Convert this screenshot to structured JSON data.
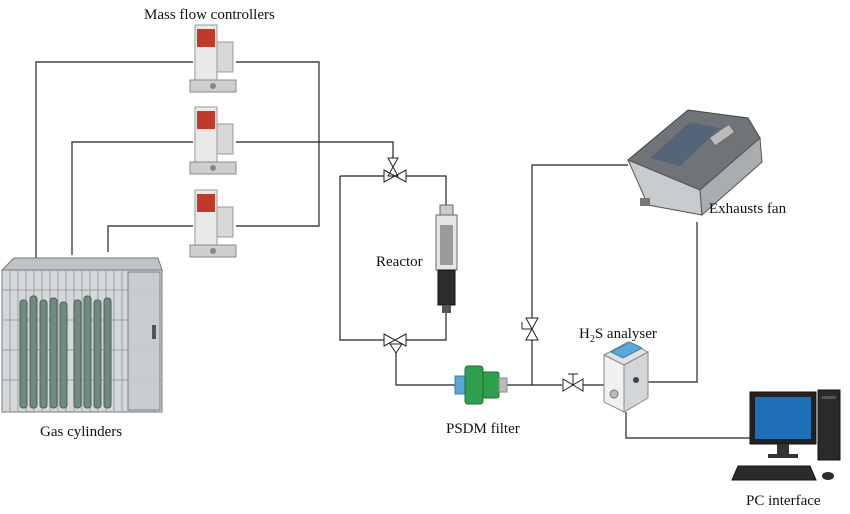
{
  "labels": {
    "mfc": "Mass flow controllers",
    "gas": "Gas cylinders",
    "reactor": "Reactor",
    "psdm": "PSDM filter",
    "h2s_pre": "H",
    "h2s_sub": "2",
    "h2s_post": "S analyser",
    "fan": "Exhausts fan",
    "pc": "PC interface"
  },
  "colors": {
    "pipe": "#222222",
    "mfc_red": "#c0392b",
    "filter_green": "#2e9e4f",
    "analyser_blue": "#5aa7d8",
    "screen_blue": "#1e6fb8"
  }
}
